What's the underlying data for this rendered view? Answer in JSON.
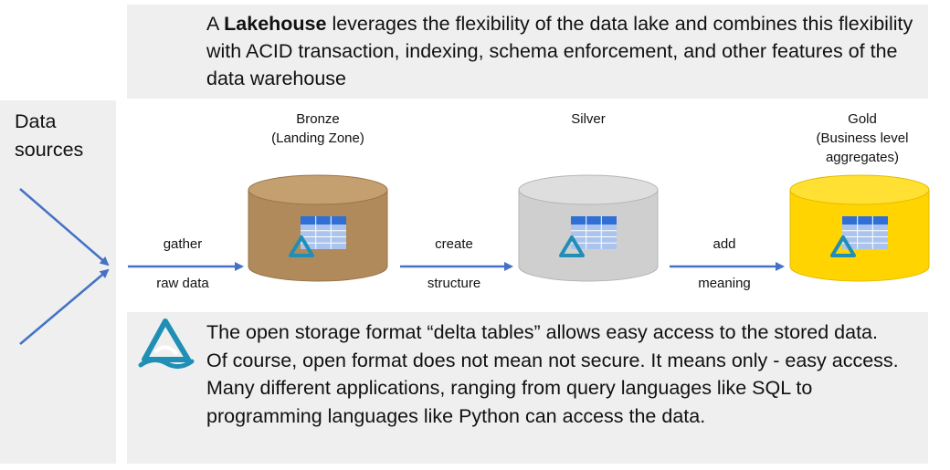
{
  "header": {
    "intro_prefix": "A ",
    "intro_bold": "Lakehouse",
    "intro_rest": " leverages the flexibility of the data lake and combines this flexibility with ACID transaction, indexing, schema enforcement, and other features of the data warehouse"
  },
  "sources": {
    "label": "Data sources"
  },
  "tiers": [
    {
      "label": "Bronze\n(Landing Zone)",
      "color": "#b08a5a"
    },
    {
      "label": "Silver",
      "color": "#cfcfcf"
    },
    {
      "label": "Gold\n(Business level aggregates)",
      "color": "#ffd400"
    }
  ],
  "arrows": [
    {
      "top": "gather",
      "bottom": "raw data"
    },
    {
      "top": "create",
      "bottom": "structure"
    },
    {
      "top": "add",
      "bottom": "meaning"
    }
  ],
  "footer": {
    "line1": "The open storage format “delta tables” allows easy access to the stored data.",
    "line2": "Of course, open format does not mean not secure. It means only - easy access. Many different applications, ranging from query languages like SQL to programming languages like Python can access the data."
  },
  "colors": {
    "arrow": "#4472c4",
    "table_header": "#2f6fd6",
    "table_body": "#aac4ee",
    "delta_icon": "#1f8fb5"
  },
  "icons": [
    "delta-lake-logo-icon",
    "table-grid-icon",
    "delta-triangle-icon"
  ]
}
